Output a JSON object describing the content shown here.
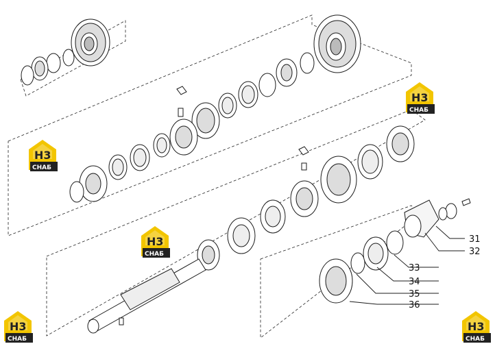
{
  "callouts": [
    {
      "id": "31",
      "label": "31"
    },
    {
      "id": "32",
      "label": "32"
    },
    {
      "id": "33",
      "label": "33"
    },
    {
      "id": "34",
      "label": "34"
    },
    {
      "id": "35",
      "label": "35"
    },
    {
      "id": "36",
      "label": "36"
    }
  ],
  "watermark": {
    "mark": "H3",
    "brand": "СНАБ",
    "color_primary": "#f2c500",
    "color_dark": "#222222"
  },
  "colors": {
    "line": "#1a1a1a",
    "fill": "#ffffff",
    "shade": "#d9d9d9"
  }
}
